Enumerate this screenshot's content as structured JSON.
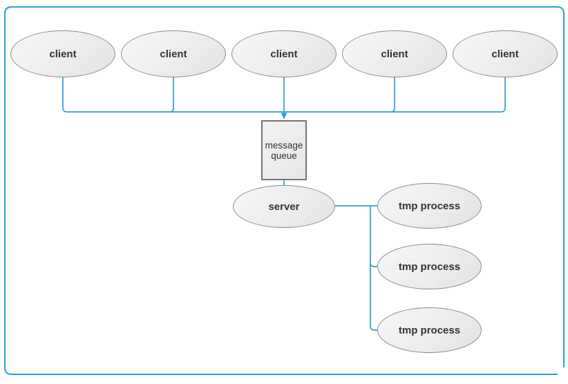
{
  "diagram": {
    "nodes": {
      "clients": [
        {
          "label": "client"
        },
        {
          "label": "client"
        },
        {
          "label": "client"
        },
        {
          "label": "client"
        },
        {
          "label": "client"
        }
      ],
      "message_queue": {
        "label": "message queue",
        "shape": "rectangle"
      },
      "server": {
        "label": "server",
        "shape": "ellipse"
      },
      "tmp_processes": [
        {
          "label": "tmp process"
        },
        {
          "label": "tmp process"
        },
        {
          "label": "tmp process"
        }
      ]
    },
    "edges": [
      {
        "from": "client-1",
        "to": "message-queue",
        "arrow": false
      },
      {
        "from": "client-2",
        "to": "message-queue",
        "arrow": false
      },
      {
        "from": "client-3",
        "to": "message-queue",
        "arrow": true
      },
      {
        "from": "client-4",
        "to": "message-queue",
        "arrow": false
      },
      {
        "from": "client-5",
        "to": "message-queue",
        "arrow": false
      },
      {
        "from": "message-queue",
        "to": "server",
        "arrow": false
      },
      {
        "from": "server",
        "to": "tmp-process-1",
        "arrow": false
      },
      {
        "from": "server",
        "to": "tmp-process-2",
        "arrow": false
      },
      {
        "from": "server",
        "to": "tmp-process-3",
        "arrow": false
      }
    ],
    "colors": {
      "connector": "#2B9FD8",
      "frame_border": "#2B9FD8",
      "node_fill_light": "#f7f7f7",
      "node_fill_dark": "#e3e3e3",
      "node_stroke": "#8c8c8c",
      "rect_stroke": "#757575",
      "label_text": "#333333",
      "background": "#ffffff"
    }
  }
}
